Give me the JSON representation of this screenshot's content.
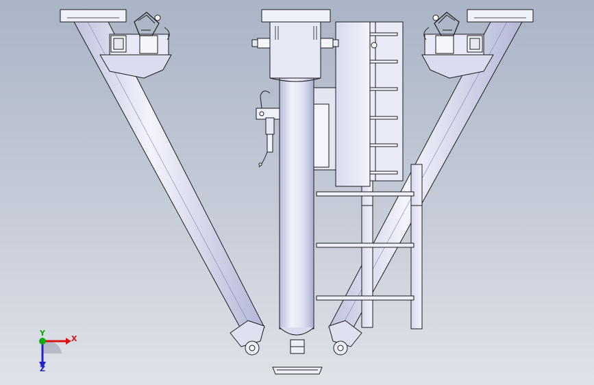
{
  "triad": {
    "x_label": "X",
    "y_label": "Y",
    "z_label": "Z",
    "x_color": "#dd1111",
    "y_color": "#11aa11",
    "z_color": "#2222cc"
  },
  "scene": {
    "background_top": "#aab4c6",
    "background_bottom": "#dfe2e8",
    "part_fill": "#eceefa",
    "part_shade": "#c4c8e2",
    "edge_color": "#1a1a1a"
  }
}
